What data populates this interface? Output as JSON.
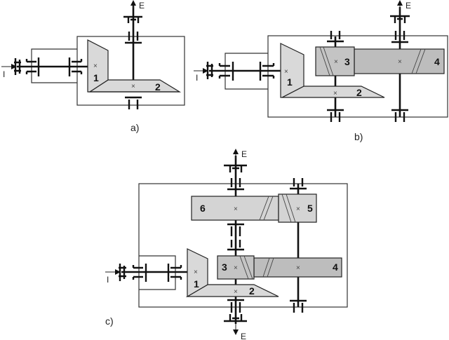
{
  "figure": {
    "panels": [
      {
        "label": "a)",
        "input_label": "I",
        "output_label": "E",
        "gears": [
          {
            "number": "1",
            "type": "bevel",
            "center_mark": "×"
          },
          {
            "number": "2",
            "type": "bevel",
            "center_mark": "×"
          }
        ]
      },
      {
        "label": "b)",
        "input_label": "I",
        "output_label": "E",
        "gears": [
          {
            "number": "1",
            "type": "bevel",
            "center_mark": "×"
          },
          {
            "number": "2",
            "type": "bevel",
            "center_mark": "×"
          },
          {
            "number": "3",
            "type": "helical",
            "center_mark": "×"
          },
          {
            "number": "4",
            "type": "helical",
            "center_mark": "×"
          }
        ]
      },
      {
        "label": "c)",
        "input_label": "I",
        "output_label_top": "E",
        "output_label_bottom": "E",
        "gears": [
          {
            "number": "1",
            "type": "bevel",
            "center_mark": "×"
          },
          {
            "number": "2",
            "type": "bevel",
            "center_mark": "×"
          },
          {
            "number": "3",
            "type": "helical",
            "center_mark": "×"
          },
          {
            "number": "4",
            "type": "helical",
            "center_mark": "×"
          },
          {
            "number": "5",
            "type": "helical",
            "center_mark": "×"
          },
          {
            "number": "6",
            "type": "helical",
            "center_mark": "×"
          }
        ]
      }
    ],
    "colors": {
      "bevel_fill": "#d9d9d9",
      "helical_light_fill": "#d4d4d4",
      "helical_dark_fill": "#c0c0c0",
      "line": "#111111"
    }
  }
}
